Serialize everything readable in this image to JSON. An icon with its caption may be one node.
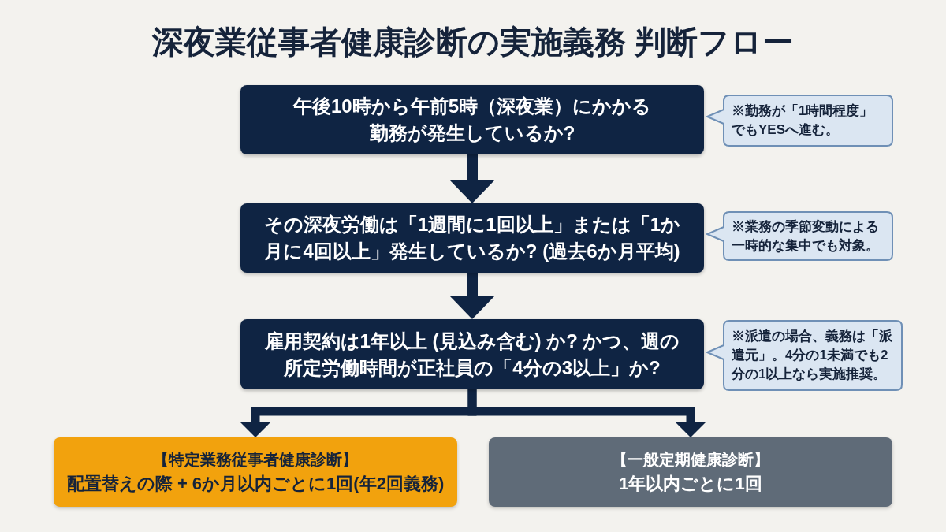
{
  "diagram": {
    "title": "深夜業従事者健康診断の実施義務 判断フロー",
    "nodes": [
      {
        "text": [
          "午後10時から午前5時（深夜業）にかかる勤務が発生しているか?"
        ]
      },
      {
        "text": [
          "※勤務が「1時間程度」でもYESへ進む。"
        ]
      },
      {
        "text": [
          "その深夜労働は「1週間に1回以上」または「1か月に4回以上」発生しているか? (過去6か月平均)"
        ]
      },
      {
        "text": [
          "※業務の季節変動による一時的な集中でも対象。"
        ]
      },
      {
        "text": [
          "雇用契約は1年以上 (見込み含む) か? かつ、週の所定労働時間が正社員の「4分の3以上」か?"
        ]
      },
      {
        "text": [
          "※派遣の場合、義務は「派遣元」。4分の1未満でも2分の1以上なら実施推奨。"
        ]
      },
      {
        "text": [
          "【特定業務従事者健康診断】",
          "配置替えの際 + 6か月以内ごとに1回(年2回義務)"
        ]
      },
      {
        "text": [
          "【一般定期健康診断】",
          "1年以内ごとに1回"
        ]
      }
    ],
    "edges": [
      {
        "from": 0,
        "to": 2,
        "arrow": "to"
      },
      {
        "from": 2,
        "to": 4,
        "arrow": "to"
      },
      {
        "from": 4,
        "to": 6,
        "arrow": "to"
      },
      {
        "from": 4,
        "to": 7,
        "arrow": "to"
      }
    ]
  }
}
